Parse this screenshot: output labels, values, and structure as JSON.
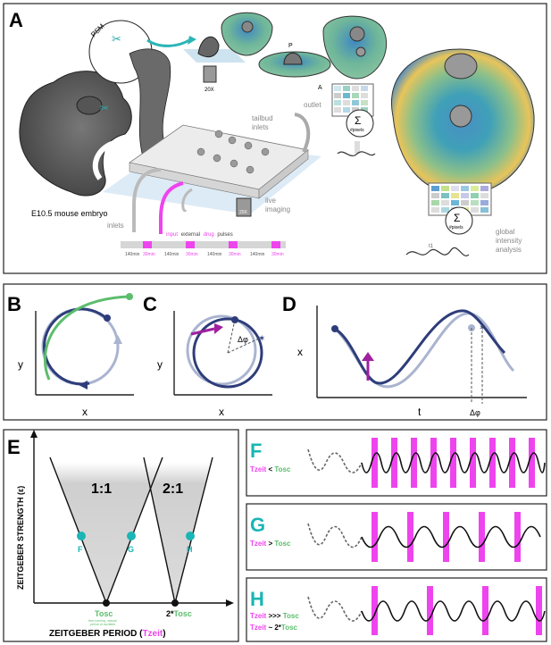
{
  "panel_letters": {
    "a": "A",
    "b": "B",
    "c": "C",
    "d": "D",
    "e": "E",
    "f": "F",
    "g": "G",
    "h": "H"
  },
  "panel_a": {
    "psm": "PSM",
    "embryo_caption": "E10.5 mouse embryo",
    "tailbud_inlets": [
      "tailbud",
      "inlets"
    ],
    "outlet": "outlet",
    "inlets": "inlets",
    "live_imaging": [
      "live",
      "imaging"
    ],
    "objective_mag": "20X",
    "objective_mag_2": "20X",
    "pulse_title": {
      "w1": "input",
      "w2": "external",
      "w3": "drug",
      "w4": "pulses"
    },
    "pulse_timeline": [
      "140min",
      "30min",
      "140min",
      "30min",
      "140min",
      "30min",
      "140min",
      "30min"
    ],
    "sum_symbol": "Σ",
    "sum_sub": "#pixels",
    "t1": "t1",
    "p_label": "P",
    "a_label": "A",
    "global_analysis": [
      "global",
      "intensity",
      "analysis"
    ]
  },
  "panel_b": {
    "xlabel": "x",
    "ylabel": "y"
  },
  "panel_c": {
    "xlabel": "x",
    "ylabel": "y",
    "delta": "Δφ"
  },
  "panel_d": {
    "xlabel": "t",
    "ylabel": "x",
    "delta": "Δφ"
  },
  "panel_e": {
    "ylabel": "ZEITGEBER STRENGTH (ε)",
    "xlabel_pre": "ZEITGEBER PERIOD (",
    "xlabel_var": "Tzeit",
    "xlabel_post": ")",
    "region_1": "1:1",
    "region_2": "2:1",
    "point_f": "F",
    "point_g": "G",
    "point_h": "H",
    "tosc": "Tosc",
    "tosc_note": [
      "free-running, natural",
      "period of oscillator"
    ],
    "tosc2_pre": "2*",
    "tosc2": "Tosc"
  },
  "panel_f": {
    "zeit": "Tzeit",
    "rel": " < ",
    "osc": "Tosc"
  },
  "panel_g": {
    "zeit": "Tzeit",
    "rel": " > ",
    "osc": "Tosc"
  },
  "panel_h": {
    "zeit": "Tzeit",
    "rel": " >>> ",
    "osc": "Tosc",
    "zeit2": "Tzeit",
    "rel2": " ~ 2*",
    "osc2": "Tosc"
  },
  "colors": {
    "magenta": "#ee44ee",
    "green": "#5cbd6c",
    "navy": "#2e3d7a",
    "lightblue": "#aab4d0",
    "teal": "#1bb5b5",
    "grey": "#d6d6d6"
  }
}
